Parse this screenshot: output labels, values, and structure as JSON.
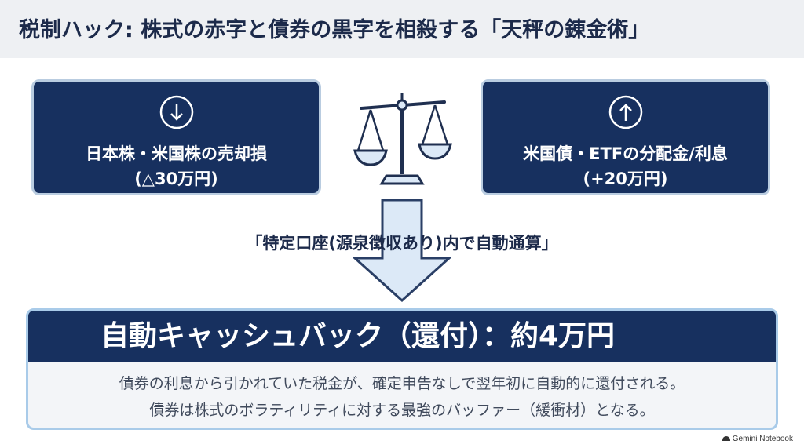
{
  "slide": {
    "title": "税制ハック: 株式の赤字と債券の黒字を相殺する「天秤の錬金術」"
  },
  "loss_card": {
    "icon": "arrow-down-circle-icon",
    "label": "日本株・米国株の売却損",
    "amount": "(△30万円)"
  },
  "gain_card": {
    "icon": "arrow-up-circle-icon",
    "label": "米国債・ETFの分配金/利息",
    "amount": "(+20万円)"
  },
  "center": {
    "icon": "balance-scale-icon"
  },
  "flow": {
    "text": "「特定口座(源泉徴収あり)内で自動通算」",
    "icon": "down-arrow-icon"
  },
  "result": {
    "heading": "自動キャッシュバック（還付）：約4万円",
    "line1": "債券の利息から引かれていた税金が、確定申告なしで翌年初に自動的に還付される。",
    "line2": "債券は株式のボラティリティに対する最強のバッファー（緩衝材）となる。"
  },
  "footer": {
    "brand": "Gemini Notebook"
  },
  "colors": {
    "navy": "#17305f",
    "card_border": "#b9cce0",
    "light_blue": "#dce9f7",
    "arrow_border": "#2a3f66"
  }
}
